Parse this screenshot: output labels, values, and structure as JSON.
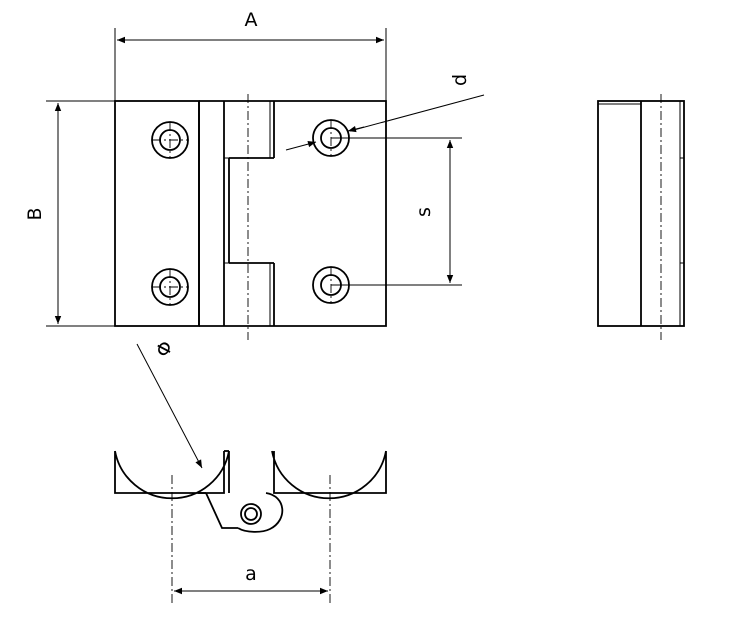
{
  "labels": {
    "A": "A",
    "B": "B",
    "d": "d",
    "s": "s",
    "phi": "Φ",
    "a": "a"
  }
}
